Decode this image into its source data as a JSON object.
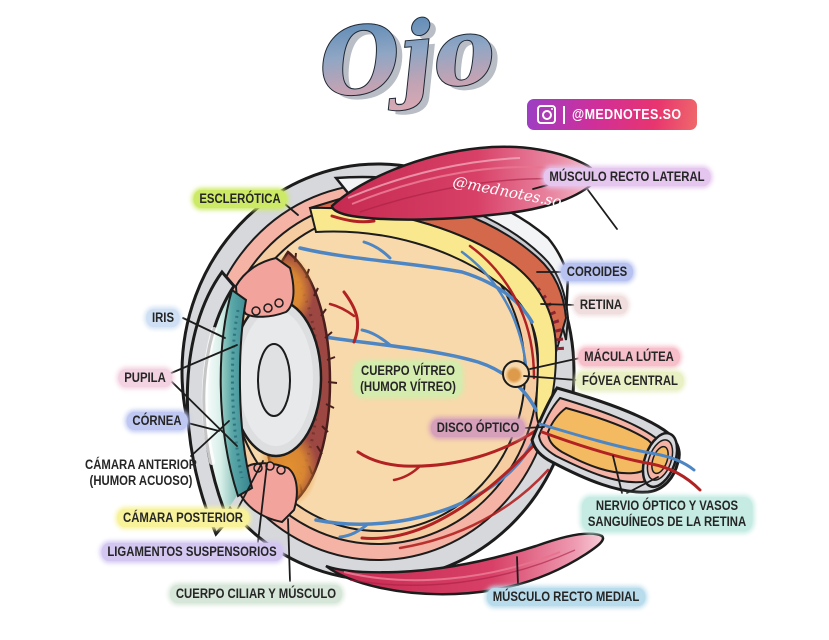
{
  "title": "Ojo",
  "social": {
    "handle": "@MEDNOTES.SO",
    "watermark": "@mednotes.so"
  },
  "labels": {
    "esclerotica": {
      "text": "ESCLERÓTICA",
      "color": "#cdea67"
    },
    "musculo_lateral": {
      "text": "MÚSCULO RECTO LATERAL",
      "color": "#e5c6ee"
    },
    "coroides": {
      "text": "COROIDES",
      "color": "#b7c2f0"
    },
    "retina": {
      "text": "RETINA",
      "color": "#f0dede"
    },
    "iris": {
      "text": "IRIS",
      "color": "#cfe0f4"
    },
    "pupila": {
      "text": "PUPILA",
      "color": "#f3d3e1"
    },
    "cornea": {
      "text": "CÓRNEA",
      "color": "#bfc8f2"
    },
    "camara_anterior": {
      "text": "CÁMARA ANTERIOR",
      "text2": "(HUMOR ACUOSO)",
      "color": ""
    },
    "cuerpo_vitreo": {
      "text": "CUERPO VÍTREO",
      "text2": "(HUMOR VÍTREO)",
      "color": "#d4ecad"
    },
    "macula": {
      "text": "MÁCULA LÚTEA",
      "color": "#f6bfca"
    },
    "fovea": {
      "text": "FÓVEA CENTRAL",
      "color": "#e8f0c4"
    },
    "disco_optico": {
      "text": "DISCO ÓPTICO",
      "color": "#d6a0bb"
    },
    "camara_posterior": {
      "text": "CÁMARA POSTERIOR",
      "color": "#f8f29b"
    },
    "ligamentos": {
      "text": "LIGAMENTOS SUSPENSORIOS",
      "color": "#d3c7f2"
    },
    "cuerpo_ciliar": {
      "text": "CUERPO CILIAR Y MÚSCULO",
      "color": "#d6e6d8"
    },
    "nervio_optico": {
      "text": "NERVIO ÓPTICO Y VASOS",
      "text2": "SANGUÍNEOS DE LA RETINA",
      "color": "#c5ebe3"
    },
    "musculo_medial": {
      "text": "MÚSCULO RECTO MEDIAL",
      "color": "#b9dcec"
    }
  },
  "palette": {
    "sclera": "#d6d8db",
    "sclera-cut": "#f3f4f6",
    "sclera-cut-inner": "#c9cbd0",
    "choroid-pink": "#f4b3a4",
    "choroid-band": "#d4684b",
    "retina-yellow": "#f9e88e",
    "retina-pale": "#f6cda0",
    "vitreous": "#f8d9ab",
    "muscle-red": "#c92a52",
    "iris-teal": "#3d8f99",
    "ciliary-brown": "#9c4742",
    "ciliary-orange": "#e39130",
    "lens-gray": "#dcdee0",
    "nerve-core": "#f3ba62",
    "vessel-red": "#b22222",
    "vessel-blue": "#4e86c3",
    "outline": "#1c1c1c"
  }
}
